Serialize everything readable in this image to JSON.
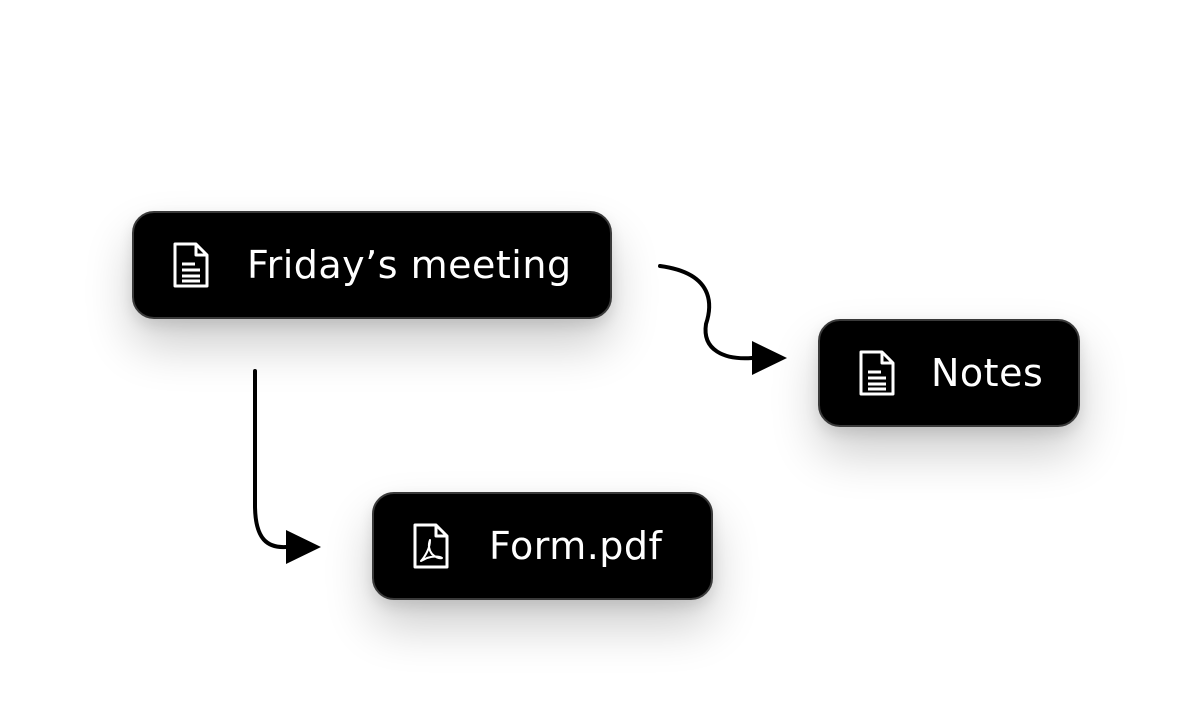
{
  "nodes": {
    "friday": {
      "label": "Friday’s meeting",
      "icon": "document-icon"
    },
    "notes": {
      "label": "Notes",
      "icon": "document-icon"
    },
    "form": {
      "label": "Form.pdf",
      "icon": "pdf-file-icon"
    }
  },
  "edges": [
    {
      "from": "friday",
      "to": "notes"
    },
    {
      "from": "friday",
      "to": "form"
    }
  ],
  "colors": {
    "node_fill": "#000000",
    "node_text": "#ffffff",
    "connector": "#000000",
    "background": "#ffffff"
  }
}
